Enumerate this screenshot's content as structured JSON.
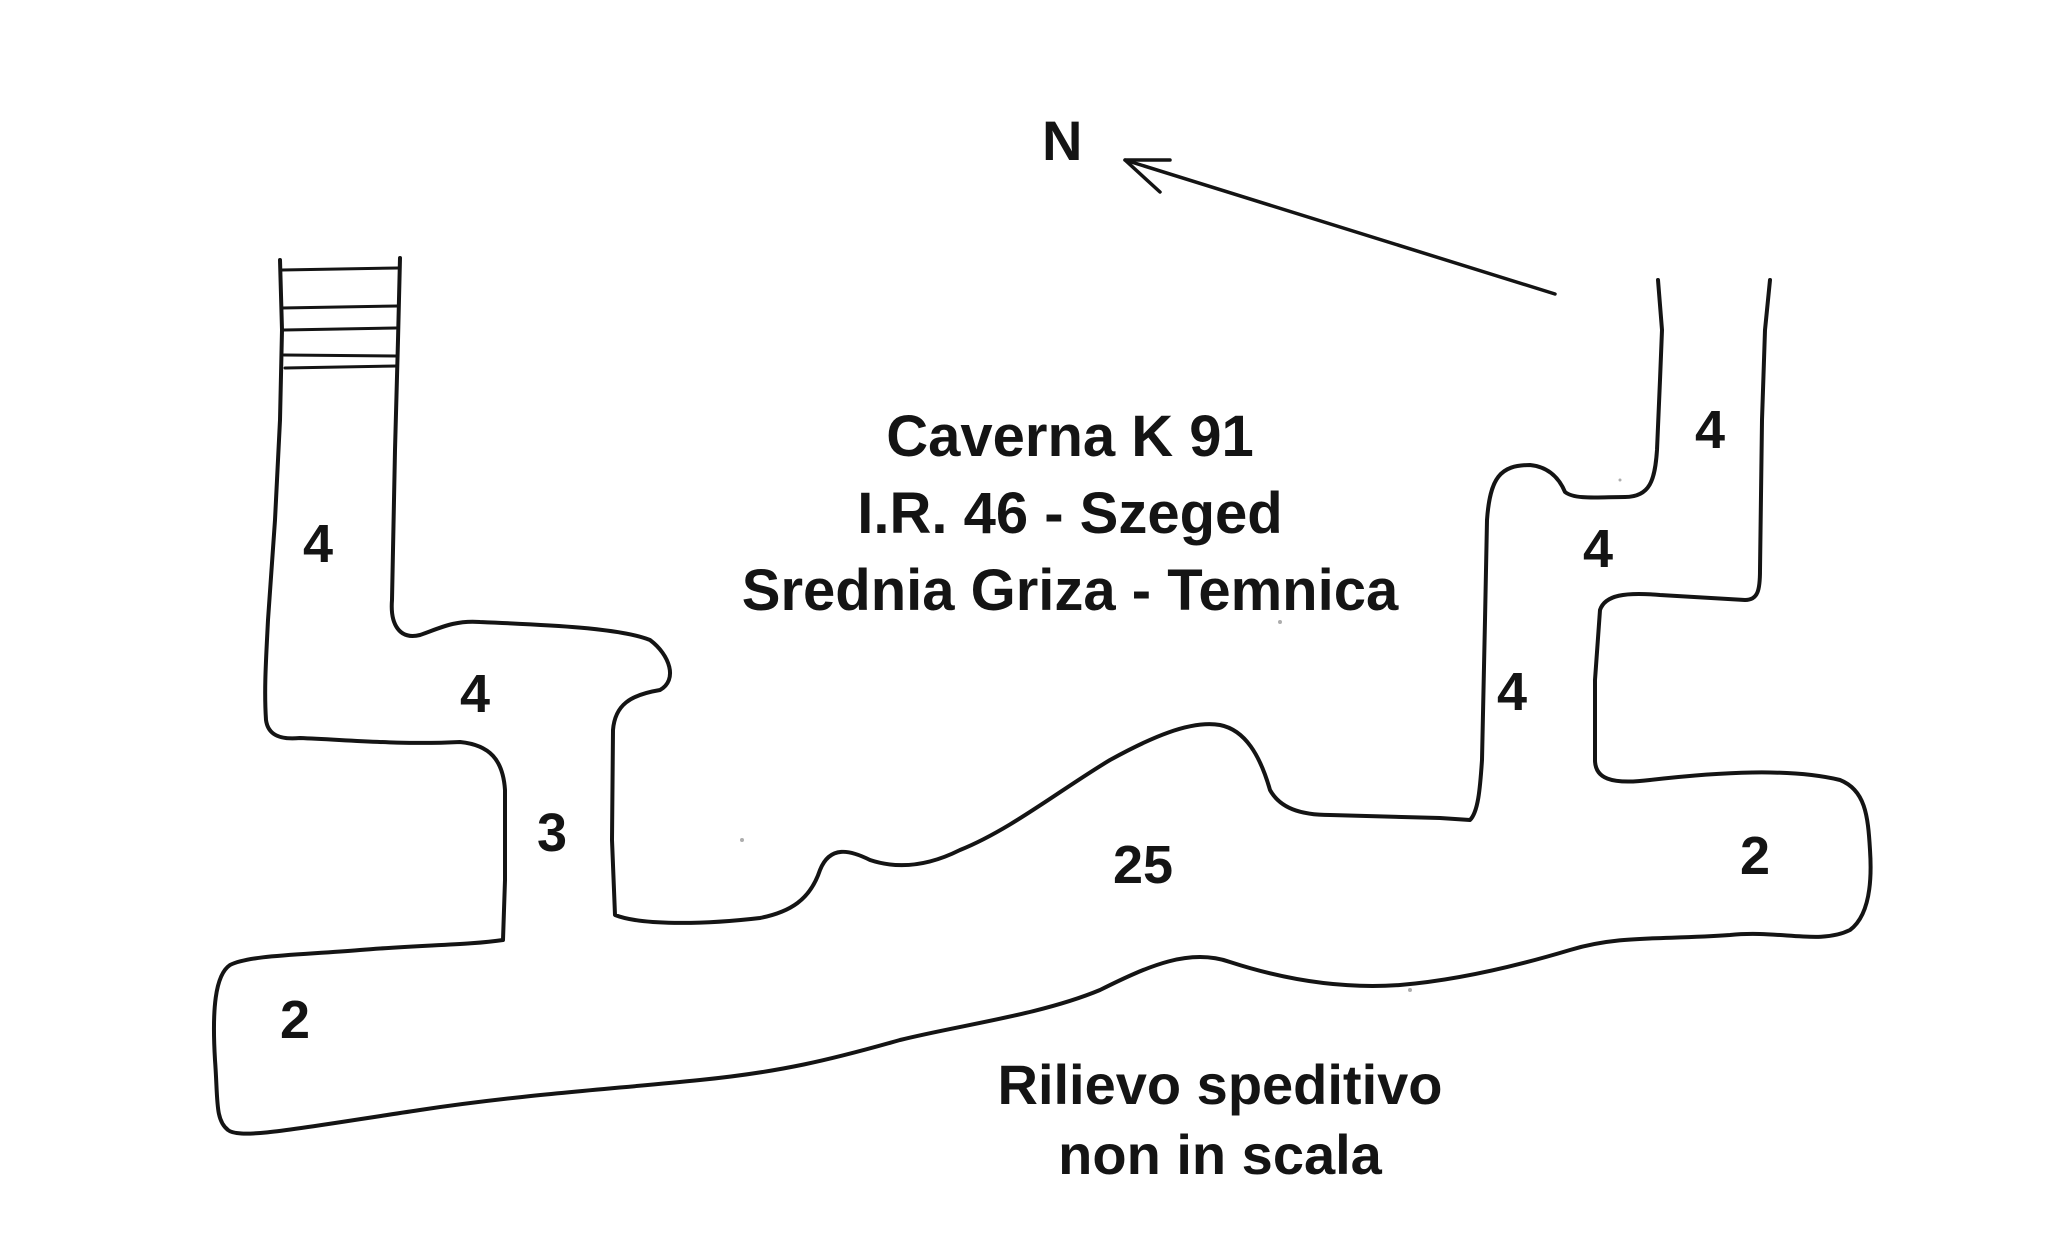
{
  "title_lines": [
    "Caverna K 91",
    "I.R. 46 - Szeged",
    "Srednia Griza - Temnica"
  ],
  "note_lines": [
    "Rilievo speditivo",
    "non in scala"
  ],
  "north_label": "N",
  "section_labels": [
    "4",
    "4",
    "3",
    "2",
    "25",
    "4",
    "4",
    "4",
    "2"
  ],
  "colors": {
    "ink": "#141414",
    "background": "#ffffff"
  }
}
